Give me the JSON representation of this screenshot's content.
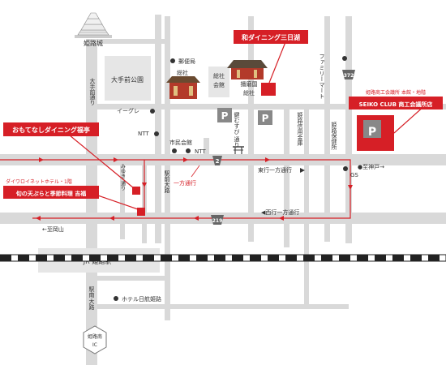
{
  "castle": {
    "label": "姫路城"
  },
  "parks": {
    "otemae": "大手前公園"
  },
  "streets": {
    "otemae_line1": "大手前",
    "otemae_line2": "通り",
    "miyuki_line1": "みゆき",
    "miyuki_line2": "通り",
    "ekimae": "駅前大路",
    "mizoguchi_line1": "鍵むすび",
    "mizoguchi_line2": "通り",
    "shinkin": "姫路信用金庫",
    "hoken": "姫路保健所",
    "ekinan_line1": "駅南",
    "ekinan_line2": "大路"
  },
  "landmarks": {
    "post_office": "郵便局",
    "sousha": "総社",
    "sousha_hall_line1": "総社",
    "sousha_hall_line2": "会館",
    "harima_line1": "播磨国",
    "harima_line2": "総社",
    "family_mart": "ファミリーマート",
    "iigre": "イーグレ",
    "ntt_north": "NTT",
    "ntt_south": "NTT",
    "shimin_kaikan": "市民会館",
    "gs": "GS",
    "jr_station": "JR 姫路駅",
    "hotel_nikko": "ホテル日航姫路",
    "ic_line1": "姫路南",
    "ic_line2": "IC"
  },
  "routes": {
    "r2": "2",
    "r219": "219",
    "r372": "372"
  },
  "traffic": {
    "one_way_south": "一方通行",
    "east_one_way": "東行一方通行",
    "west_one_way": "◀西行一方通行",
    "to_kobe": "●至神戸→",
    "to_okayama": "←至岡山"
  },
  "parking": {
    "symbol": "P"
  },
  "callouts": {
    "mikatako": "和ダイニング三日湖",
    "fukutei": "おもてなしダイニング福亭",
    "hotel_small": "ダイワロイネットホテル・1階",
    "yoshifuku": "旬の天ぷらと季節料理 吉福",
    "seiko_small": "姫路商工会議所 本館・地階",
    "seiko_club": "SEIKO CLUB 商工会議所店"
  },
  "colors": {
    "accent": "#d61f26",
    "road": "#d9d9d9",
    "building": "#e6e6e6",
    "text": "#333333"
  }
}
